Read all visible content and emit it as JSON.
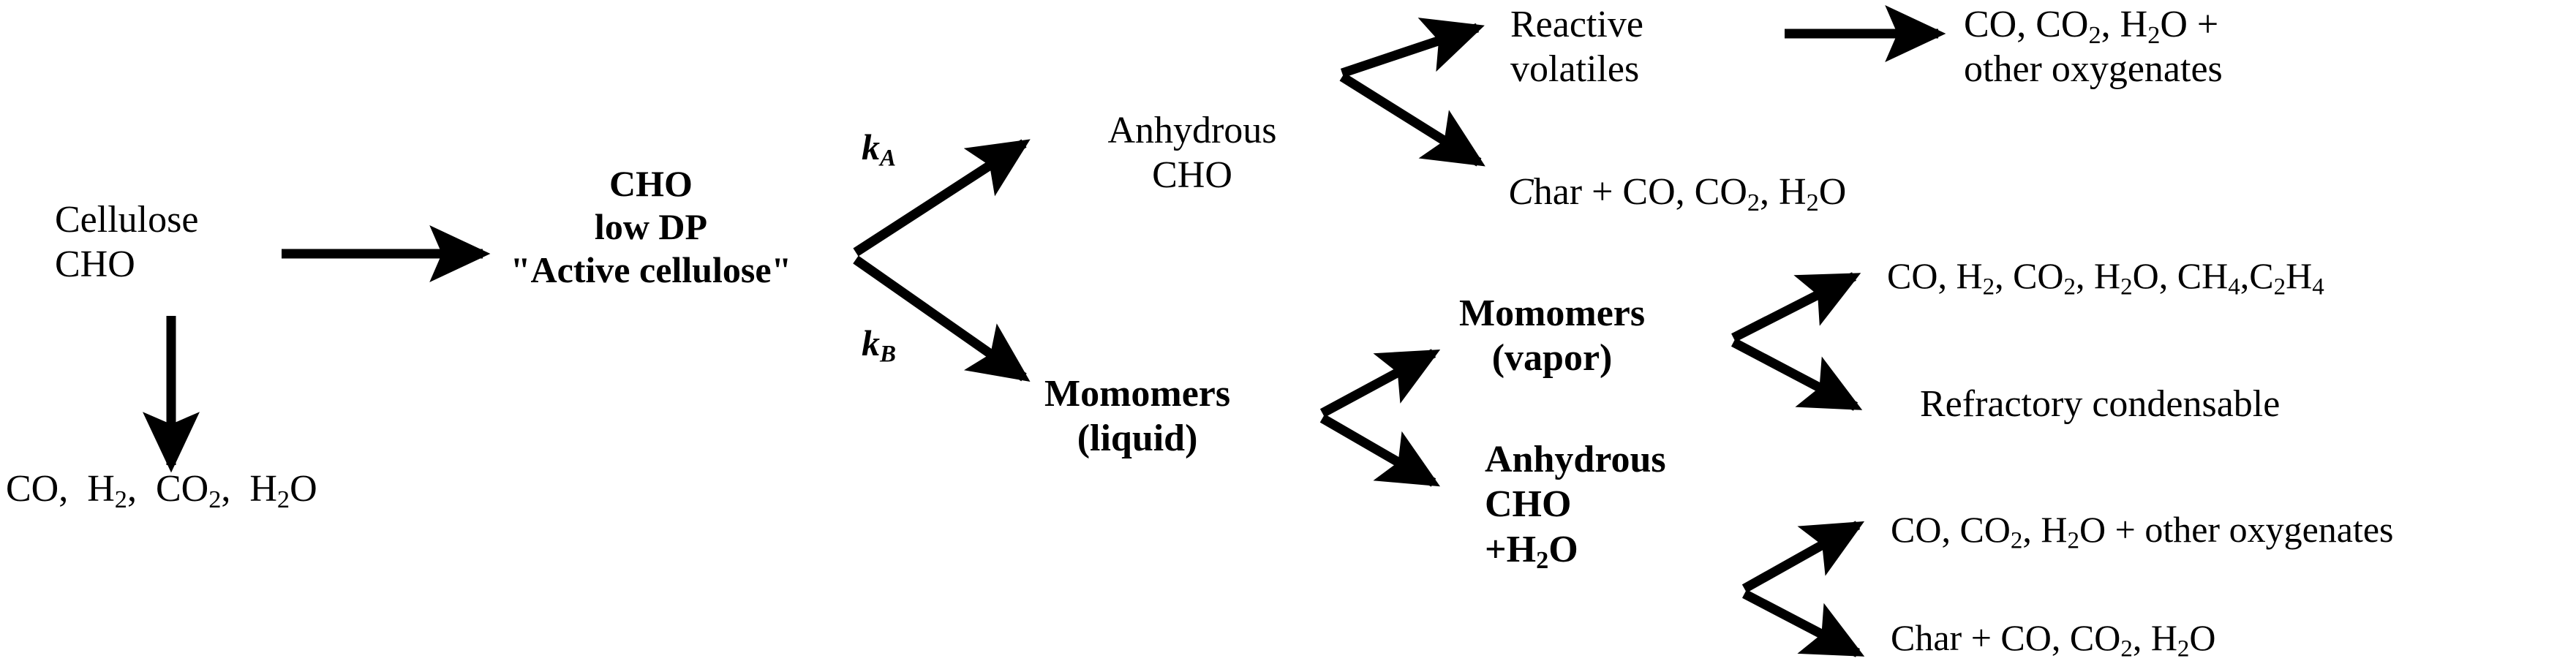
{
  "diagram": {
    "title_type": "reaction-scheme",
    "background_color": "#ffffff",
    "line_color": "#000000",
    "nodes": {
      "cellulose": {
        "line1": "Cellulose",
        "line2": "CHO"
      },
      "primary_gases": {
        "text_parts": [
          "CO,  H",
          "2",
          ",  CO",
          "2",
          ",  H",
          "2",
          "O"
        ],
        "plain": "CO, H2, CO2, H2O"
      },
      "active_cellulose": {
        "line1": "CHO",
        "line2": "low DP",
        "line3": "\"Active cellulose\""
      },
      "anhydrous_cho": {
        "line1": "Anhydrous",
        "line2": "CHO"
      },
      "reactive_volatiles": {
        "line1": "Reactive",
        "line2": "volatiles"
      },
      "oxygenates_top": {
        "line1_parts": [
          "CO, CO",
          "2",
          ", H",
          "2",
          "O +"
        ],
        "line2": "other oxygenates",
        "plain": "CO, CO2, H2O + other oxygenates"
      },
      "char_top": {
        "prefix_italic": "C",
        "rest_parts": [
          "har + CO, CO",
          "2",
          ", H",
          "2",
          "O"
        ],
        "plain": "Char + CO, CO2, H2O"
      },
      "momomers_liquid": {
        "line1": "Momomers",
        "line2": "(liquid)"
      },
      "momomers_vapor": {
        "line1": "Momomers",
        "line2": "(vapor)"
      },
      "anhydrous_cho_water": {
        "line1": "Anhydrous",
        "line2": "CHO",
        "line3_parts": [
          "+H",
          "2",
          "O"
        ],
        "line3_plain": "+H2O"
      },
      "light_gases": {
        "parts": [
          "CO, H",
          "2",
          ", CO",
          "2",
          ", H",
          "2",
          "O, CH",
          "4",
          ",C",
          "2",
          "H",
          "4"
        ],
        "plain": "CO, H2, CO2, H2O, CH4, C2H4"
      },
      "refractory_condensable": {
        "text": "Refractory condensable"
      },
      "oxygenates_bottom": {
        "parts": [
          "CO, CO",
          "2",
          ", H",
          "2",
          "O + other oxygenates"
        ],
        "plain": "CO, CO2, H2O + other oxygenates"
      },
      "char_bottom": {
        "parts": [
          "Char + CO, CO",
          "2",
          ", H",
          "2",
          "O"
        ],
        "plain": "Char + CO, CO2, H2O"
      }
    },
    "rate_labels": {
      "k_a": {
        "symbol": "k",
        "subscript": "A"
      },
      "k_b": {
        "symbol": "k",
        "subscript": "B"
      }
    }
  }
}
